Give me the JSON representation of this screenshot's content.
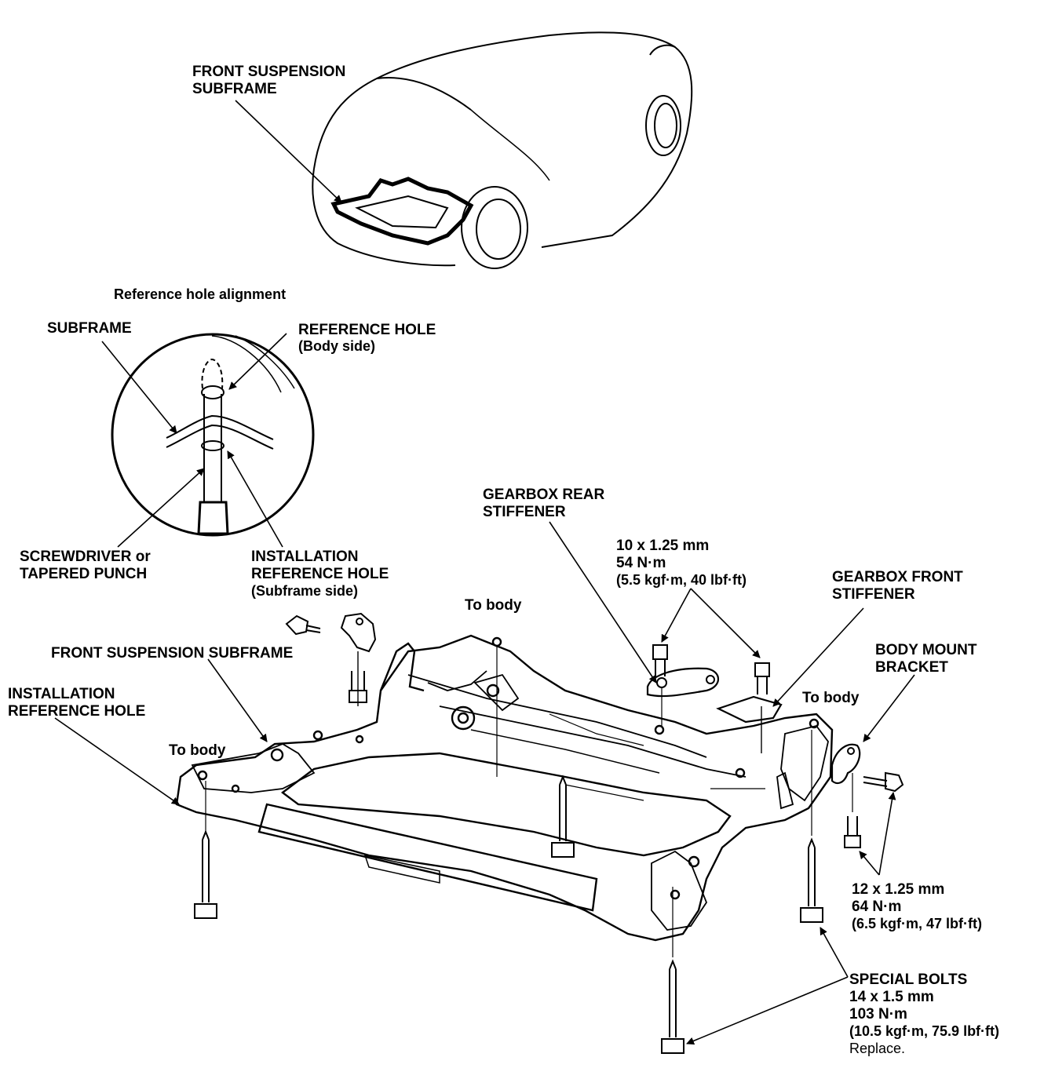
{
  "labels": {
    "car_subframe": [
      "FRONT SUSPENSION",
      "SUBFRAME"
    ],
    "ref_hole_alignment": "Reference hole alignment",
    "subframe": "SUBFRAME",
    "ref_hole_body": [
      "REFERENCE HOLE",
      "(Body side)"
    ],
    "screwdriver": [
      "SCREWDRIVER or",
      "TAPERED PUNCH"
    ],
    "install_ref_hole_sub": [
      "INSTALLATION",
      "REFERENCE HOLE",
      "(Subframe side)"
    ],
    "gearbox_rear": [
      "GEARBOX REAR",
      "STIFFENER"
    ],
    "bolt_10": [
      "10 x 1.25 mm",
      "54 N·m",
      "(5.5 kgf·m, 40 lbf·ft)"
    ],
    "gearbox_front": [
      "GEARBOX FRONT",
      "STIFFENER"
    ],
    "to_body": "To body",
    "front_subframe": "FRONT SUSPENSION SUBFRAME",
    "install_ref_hole": [
      "INSTALLATION",
      "REFERENCE HOLE"
    ],
    "body_mount": [
      "BODY MOUNT",
      "BRACKET"
    ],
    "bolt_12": [
      "12 x 1.25 mm",
      "64 N·m",
      "(6.5 kgf·m, 47 lbf·ft)"
    ],
    "special_bolts": [
      "SPECIAL BOLTS",
      "14 x 1.5 mm",
      "103 N·m",
      "(10.5 kgf·m, 75.9 lbf·ft)",
      "Replace."
    ]
  }
}
